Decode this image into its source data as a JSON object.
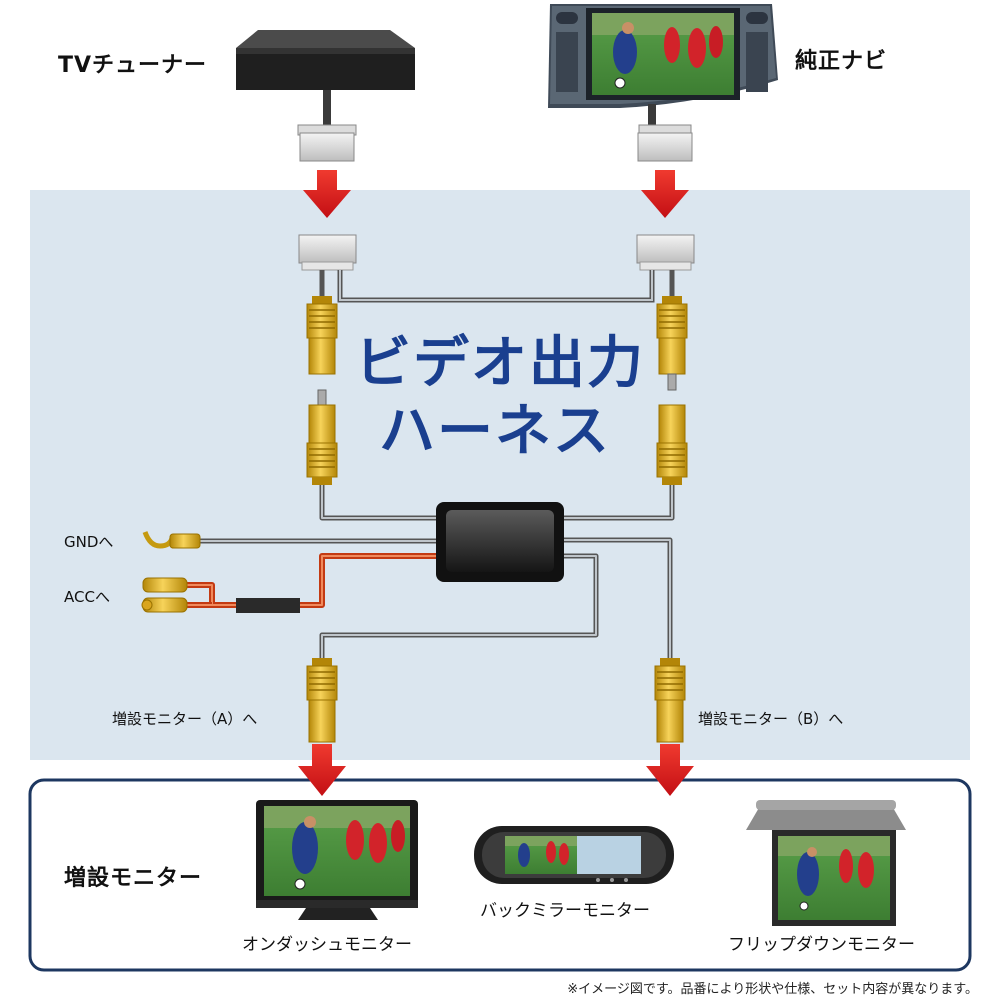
{
  "labels": {
    "tv_tuner": "TVチューナー",
    "genuine_navi": "純正ナビ",
    "title_line1": "ビデオ出力",
    "title_line2": "ハーネス",
    "gnd": "GNDへ",
    "acc": "ACCへ",
    "monitor_a": "増設モニター（A）へ",
    "monitor_b": "増設モニター（B）へ",
    "additional_monitor": "増設モニター",
    "ondash_monitor": "オンダッシュモニター",
    "backmirror_monitor": "バックミラーモニター",
    "flipdown_monitor": "フリップダウンモニター",
    "footnote": "※イメージ図です。品番により形状や仕様、セット内容が異なります。"
  },
  "colors": {
    "panel_bg": "#dbe6ef",
    "title": "#1a3f8f",
    "arrow": "#e0171d",
    "rca_yellow": "#e6b41e",
    "acc_wire": "#e8552a",
    "box_border": "#1d3760"
  }
}
